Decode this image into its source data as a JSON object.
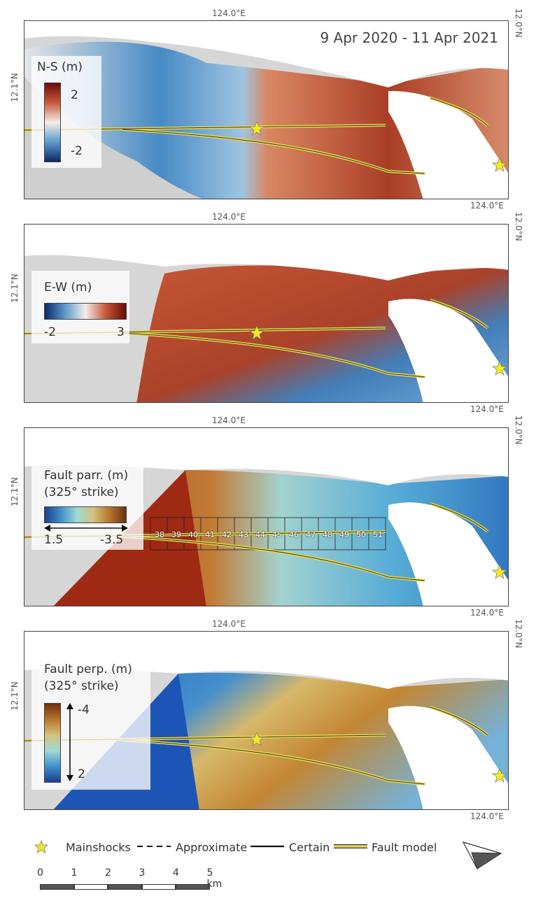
{
  "date_range": "9 Apr 2020 - 11 Apr 2021",
  "coords": {
    "lon_top": "124.0°E",
    "lon_bottom": "124.0°E",
    "lat_left": "12.1°N",
    "lat_right": "12.0°N"
  },
  "panels": [
    {
      "id": "ns",
      "title": "N-S (m)",
      "title2": "",
      "cb_max": "2",
      "cb_min": "-2",
      "orientation": "vertical",
      "range": [
        -2,
        2
      ]
    },
    {
      "id": "ew",
      "title": "E-W (m)",
      "title2": "",
      "cb_max": "3",
      "cb_min": "-2",
      "orientation": "horizontal",
      "range": [
        -2,
        3
      ]
    },
    {
      "id": "par",
      "title": "Fault parr. (m)",
      "title2": "(325° strike)",
      "cb_max": "-3.5",
      "cb_min": "1.5",
      "orientation": "horizontal",
      "range": [
        1.5,
        -3.5
      ]
    },
    {
      "id": "perp",
      "title": "Fault perp. (m)",
      "title2": "(325° strike)",
      "cb_max": "-4",
      "cb_min": "2",
      "orientation": "vertical",
      "range": [
        2,
        -4
      ]
    }
  ],
  "grid_labels": [
    "38",
    "39",
    "40",
    "41",
    "42",
    "43",
    "44",
    "45",
    "46",
    "47",
    "48",
    "49",
    "50",
    "51"
  ],
  "legend": {
    "mainshocks": "Mainshocks",
    "approximate": "Approximate",
    "certain": "Certain",
    "fault_model": "Fault model"
  },
  "scale_bar": {
    "ticks": [
      "0",
      "1",
      "2",
      "3",
      "4",
      "5 km"
    ]
  },
  "colors": {
    "fault_model": "#e8d84a",
    "star": "#f2ea1e",
    "red": "#8c1a10",
    "blue": "#0d3f8f"
  }
}
